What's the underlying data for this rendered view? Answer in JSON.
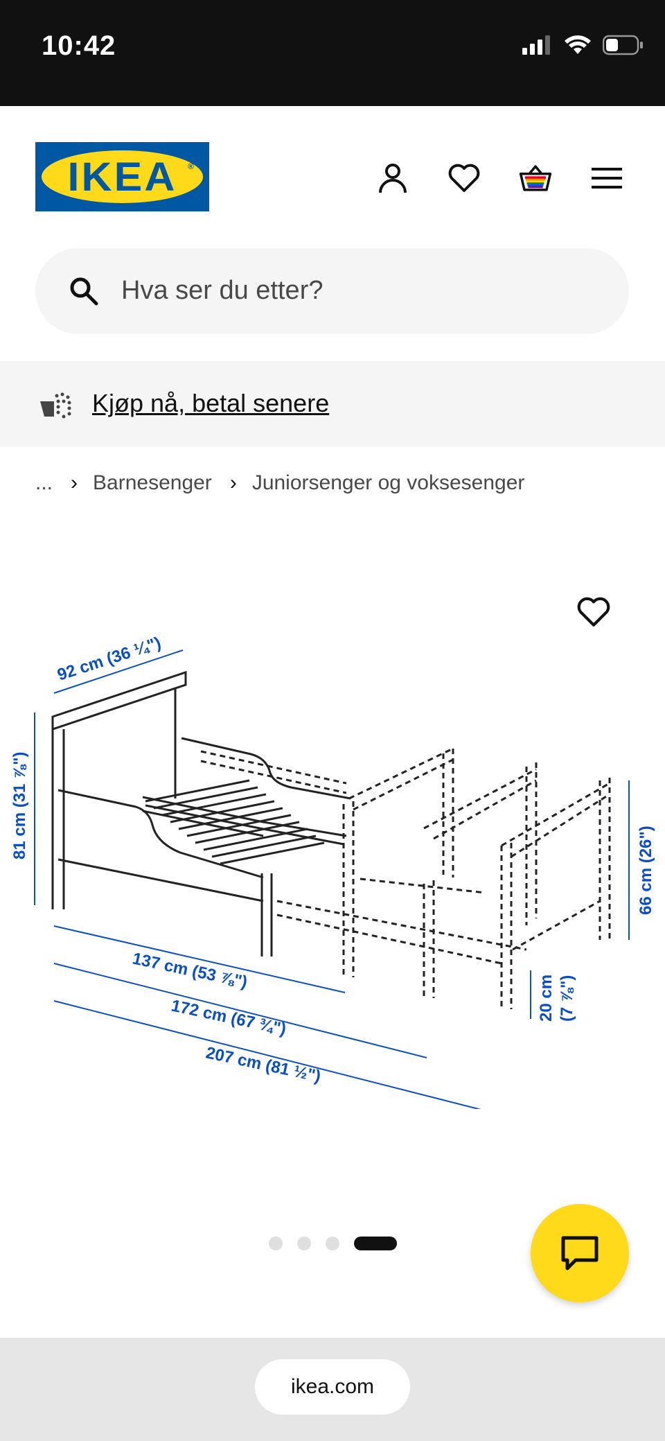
{
  "status_bar": {
    "time": "10:42"
  },
  "header": {
    "logo_text": "IKEA",
    "logo_reg": "®",
    "colors": {
      "brand_blue": "#0058a3",
      "brand_yellow": "#ffda1a"
    }
  },
  "search": {
    "placeholder": "Hva ser du etter?"
  },
  "promo": {
    "label": "Kjøp nå, betal senere"
  },
  "breadcrumb": {
    "items": [
      "...",
      "Barnesenger",
      "Juniorsenger og voksesenger"
    ]
  },
  "diagram": {
    "width_label": "92 cm (36 ¼\")",
    "height_label": "81 cm (31 ⅞\")",
    "len1_label": "137 cm (53 ⅞\")",
    "len2_label": "172 cm (67 ¾\")",
    "len3_label": "207 cm (81 ½\")",
    "side_height_label": "66 cm (26\")",
    "gap_label_1": "20 cm",
    "gap_label_2": "(7 ⅞\")",
    "dim_color": "#0a4fbf"
  },
  "carousel": {
    "total": 4,
    "active_index": 3
  },
  "browser": {
    "url": "ikea.com"
  }
}
